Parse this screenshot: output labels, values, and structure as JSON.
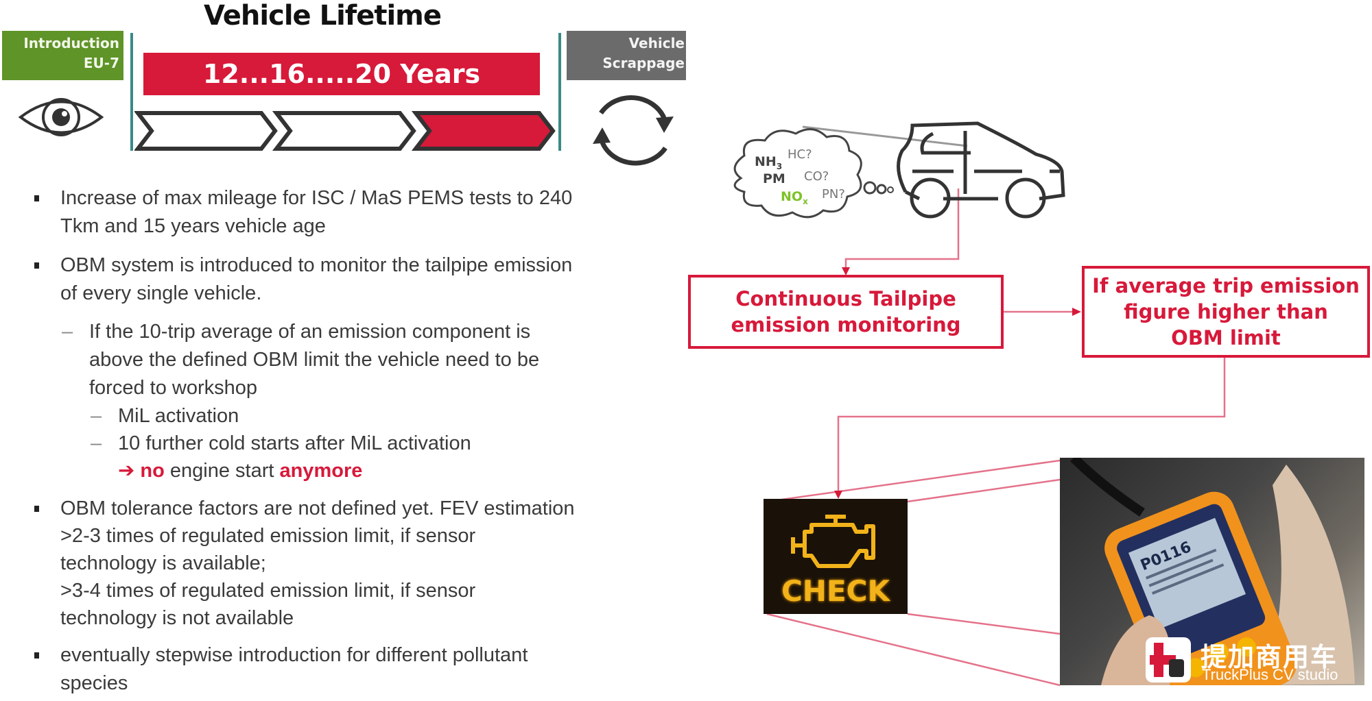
{
  "timeline": {
    "title": "Vehicle Lifetime",
    "intro_line1": "Introduction",
    "intro_line2": "EU-7",
    "years_label": "12...16.....20 Years",
    "scrap_line1": "Vehicle",
    "scrap_line2": "Scrappage",
    "colors": {
      "green": "#5f9428",
      "red": "#d7193a",
      "gray": "#6b6b6b",
      "teal": "#3a8a86"
    },
    "icons": [
      "eye-icon",
      "recycle-cycle-icon",
      "chevron-arrow-icon"
    ]
  },
  "bullets": {
    "b1_line1": "Increase of max mileage for ISC / MaS PEMS tests to 240",
    "b1_line2": "Tkm and 15 years vehicle age",
    "b2_line1": "OBM system is introduced to monitor the tailpipe emission",
    "b2_line2": "of every single vehicle.",
    "sub1_line1": "If the 10-trip average of an emission component is",
    "sub1_line2": "above the defined OBM limit the vehicle need to be",
    "sub1_line3": "forced to workshop",
    "sub2": "MiL activation",
    "sub3": "10 further cold starts after MiL activation",
    "sub3_arrow": "➔",
    "sub3_no": "no",
    "sub3_mid": " engine start ",
    "sub3_anymore": "anymore",
    "b3_line1": "OBM tolerance factors are not defined yet. FEV estimation",
    "b3_line2": " >2-3 times of regulated emission limit, if sensor",
    "b3_line3": "technology is available;",
    "b3_line4": " >3-4 times of regulated emission limit, if sensor",
    "b3_line5": "technology is not available",
    "b4_line1": "eventually stepwise introduction for different pollutant",
    "b4_line2": "species"
  },
  "emissions_cloud": {
    "nh3": "NH",
    "nh3_sub": "3",
    "hc": "HC?",
    "pm": "PM",
    "co": "CO?",
    "nox": "NO",
    "nox_sub": "x",
    "pn": "PN?"
  },
  "flow": {
    "box1_line1": "Continuous Tailpipe",
    "box1_line2": "emission monitoring",
    "box2_line1": "If average trip emission",
    "box2_line2": "figure higher than",
    "box2_line3": "OBM limit",
    "check_label": "CHECK"
  },
  "scanner_photo": {
    "screen_code": "P0116"
  },
  "watermark": {
    "chinese": "提加商用车",
    "english": "TruckPlus CV studio"
  }
}
